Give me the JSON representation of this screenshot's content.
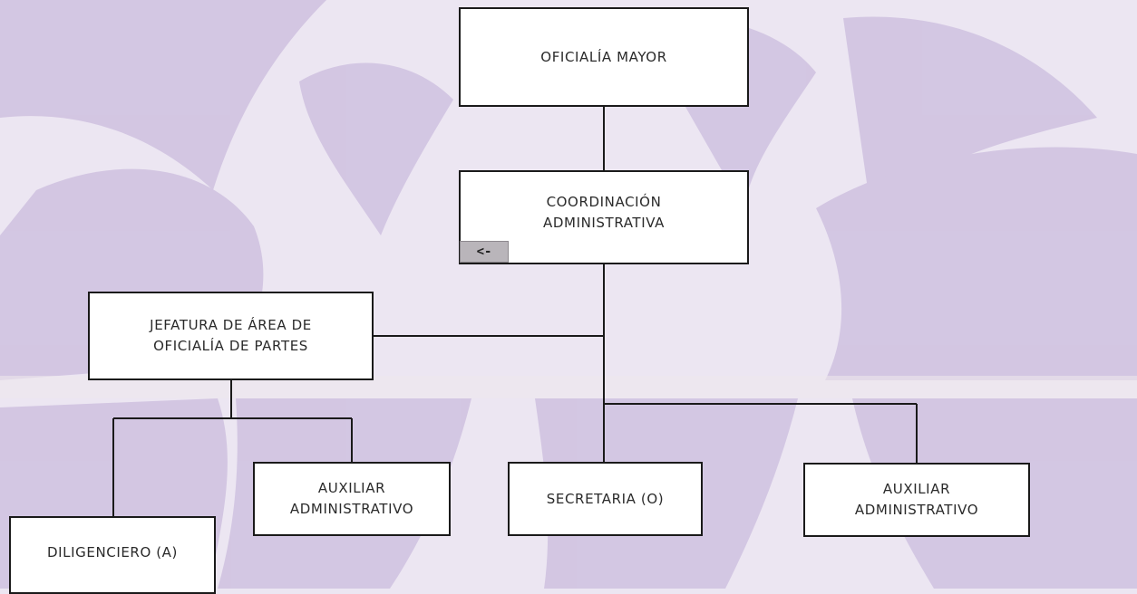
{
  "colors": {
    "background": "#ece6f2",
    "watermark_petal": "#cfc1e0",
    "box_border": "#1a1a1a",
    "box_fill": "#ffffff",
    "back_button": "#b9b5ba"
  },
  "org_chart": {
    "nodes": [
      {
        "id": "oficialia_mayor",
        "lines": [
          "OFICIALÍA MAYOR"
        ]
      },
      {
        "id": "coordinacion_administrativa",
        "lines": [
          "COORDINACIÓN",
          "ADMINISTRATIVA"
        ],
        "parent": "oficialia_mayor"
      },
      {
        "id": "jefatura_oficialia_partes",
        "lines": [
          "JEFATURA DE ÁREA DE",
          "OFICIALÍA DE PARTES"
        ],
        "parent": "coordinacion_administrativa"
      },
      {
        "id": "secretaria",
        "lines": [
          "SECRETARIA (O)"
        ],
        "parent": "coordinacion_administrativa"
      },
      {
        "id": "auxiliar_administrativo_right",
        "lines": [
          "AUXILIAR",
          "ADMINISTRATIVO"
        ],
        "parent": "coordinacion_administrativa"
      },
      {
        "id": "auxiliar_administrativo_left",
        "lines": [
          "AUXILIAR",
          "ADMINISTRATIVO"
        ],
        "parent": "jefatura_oficialia_partes"
      },
      {
        "id": "diligenciero",
        "lines": [
          "DILIGENCIERO (A)"
        ],
        "parent": "jefatura_oficialia_partes"
      }
    ]
  },
  "back_button": {
    "label": "<-"
  }
}
